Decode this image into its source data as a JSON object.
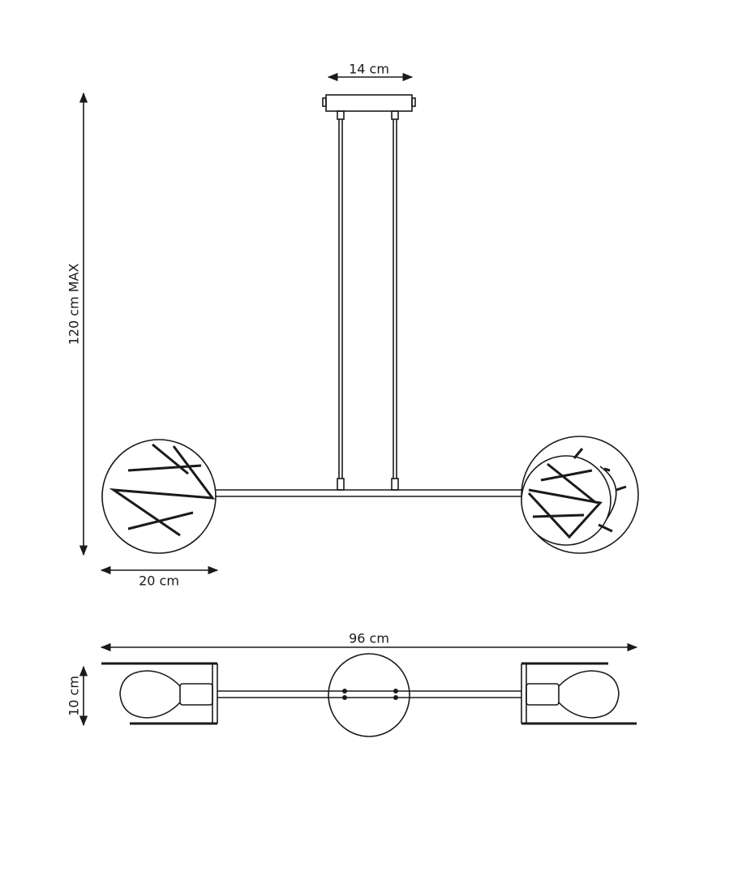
{
  "title": "Pendant lamp dimension drawing",
  "dimensions": {
    "canopy_width": "14 cm",
    "max_height": "120 cm MAX",
    "globe_diameter": "20 cm",
    "total_width": "96 cm",
    "depth": "10 cm"
  },
  "colors": {
    "line": "#1a1a1a",
    "background": "#ffffff"
  }
}
